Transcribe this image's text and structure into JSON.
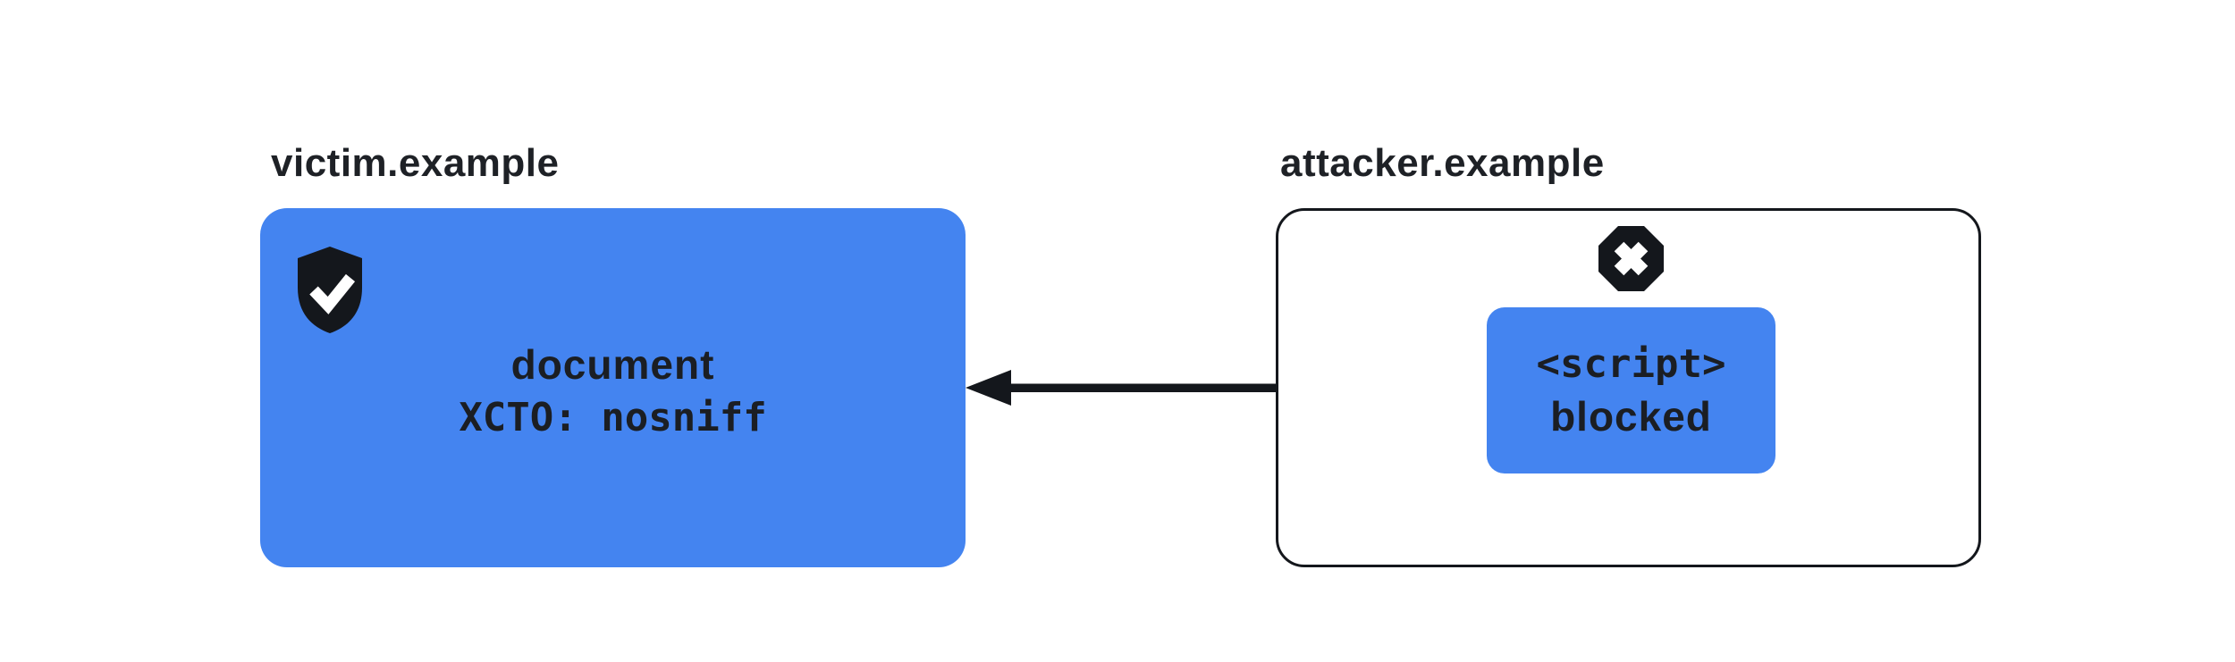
{
  "diagram": {
    "colors": {
      "accent_blue": "#4484F0",
      "ink": "#1B1E23",
      "background": "#FFFFFF"
    },
    "victim": {
      "label": "victim.example",
      "node_line1": "document",
      "node_line2": "XCTO: nosniff",
      "icon": "shield-check-icon"
    },
    "attacker": {
      "label": "attacker.example",
      "node_line1": "<script>",
      "node_line2": "blocked",
      "icon": "blocked-octagon-icon"
    },
    "arrow": {
      "direction": "left"
    }
  }
}
